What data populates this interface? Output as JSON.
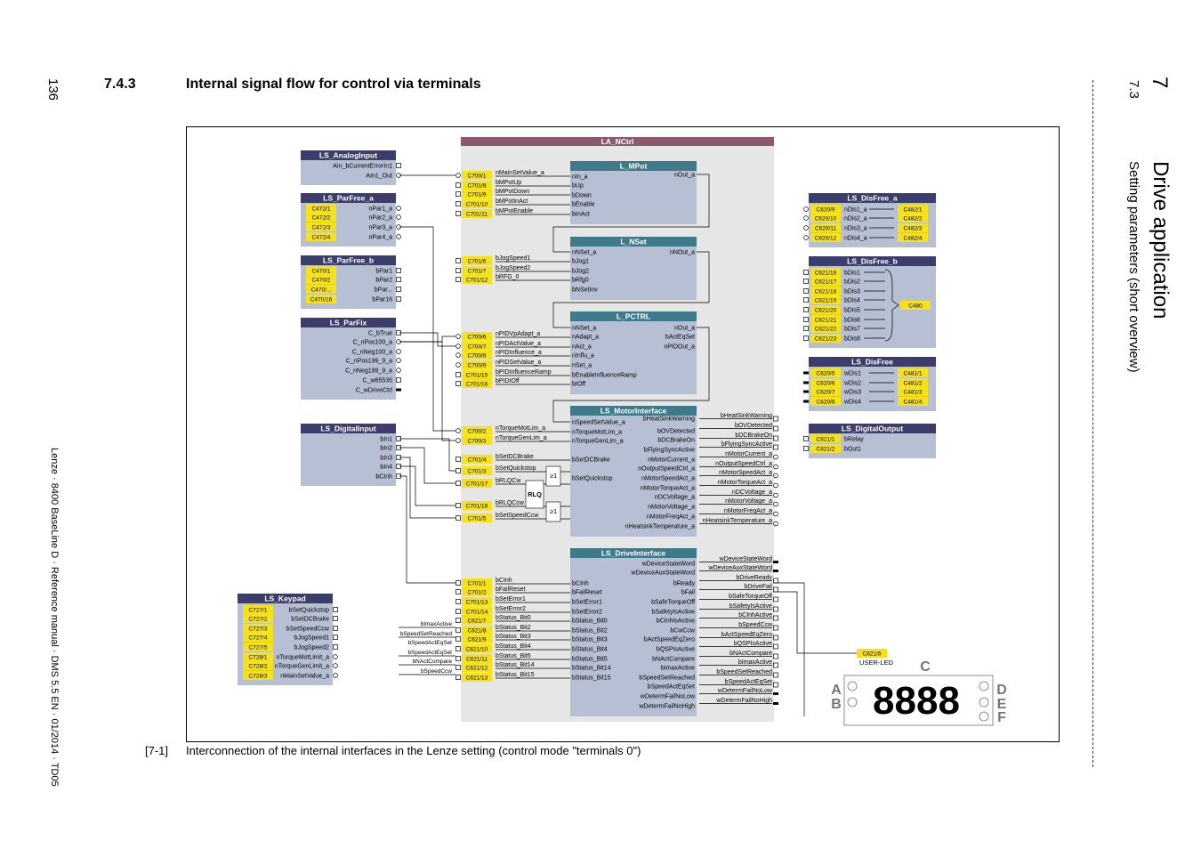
{
  "header": {
    "page_number": "136",
    "section_number": "7.4.3",
    "section_title": "Internal signal flow for control via terminals"
  },
  "side": {
    "footer": "Lenze · 8400 BaseLine D · Reference manual · DMS 5.5 EN · 01/2014 · TD05",
    "chapter_number": "7",
    "chapter_sub_number": "7.3",
    "chapter_title": "Drive application",
    "chapter_subtitle": "Setting parameters (short overview)"
  },
  "caption": {
    "number": "[7-1]",
    "text": "Interconnection of the internal interfaces in the Lenze setting (control mode \"terminals 0\")"
  },
  "diagram": {
    "colors": {
      "header_dark": "#3d3d6b",
      "header_red": "#8b5a6f",
      "header_teal": "#3f7a8a",
      "box_fill": "#b6bfd3",
      "panel_fill": "#e6e6e6",
      "yellow": "#f5e21c"
    },
    "la_nctrl_title": "LA_NCtrl",
    "left_blocks": [
      {
        "title": "LS_AnalogInput",
        "rows": [
          {
            "code": "",
            "label": "AIn_bCurrentErrorIn1"
          },
          {
            "code": "",
            "label": "AIn1_Out"
          }
        ]
      },
      {
        "title": "LS_ParFree_a",
        "rows": [
          {
            "code": "C472/1",
            "label": "nPar1_a"
          },
          {
            "code": "C472/2",
            "label": "nPar2_a"
          },
          {
            "code": "C472/3",
            "label": "nPar3_a"
          },
          {
            "code": "C472/4",
            "label": "nPar4_a"
          }
        ]
      },
      {
        "title": "LS_ParFree_b",
        "rows": [
          {
            "code": "C470/1",
            "label": "bPar1"
          },
          {
            "code": "C470/2",
            "label": "bPar2"
          },
          {
            "code": "C470/...",
            "label": "bPar..."
          },
          {
            "code": "C470/16",
            "label": "bPar16"
          }
        ]
      },
      {
        "title": "LS_ParFix",
        "rows": [
          {
            "code": "",
            "label": "C_bTrue"
          },
          {
            "code": "",
            "label": "C_nPos100_a"
          },
          {
            "code": "",
            "label": "C_nNeg100_a"
          },
          {
            "code": "",
            "label": "C_nPos199_9_a"
          },
          {
            "code": "",
            "label": "C_nNeg199_9_a"
          },
          {
            "code": "",
            "label": "C_w65535"
          },
          {
            "code": "",
            "label": "C_wDriveCtrl"
          }
        ]
      },
      {
        "title": "LS_DigitalInput",
        "rows": [
          {
            "code": "",
            "label": "bIn1"
          },
          {
            "code": "",
            "label": "bIn2"
          },
          {
            "code": "",
            "label": "bIn3"
          },
          {
            "code": "",
            "label": "bIn4"
          },
          {
            "code": "",
            "label": "bCInh"
          }
        ]
      },
      {
        "title": "LS_Keypad",
        "rows": [
          {
            "code": "C727/1",
            "label": "bSetQuickstop"
          },
          {
            "code": "C727/2",
            "label": "bSetDCBrake"
          },
          {
            "code": "C727/3",
            "label": "bSetSpeedCcw"
          },
          {
            "code": "C727/4",
            "label": "bJogSpeed1"
          },
          {
            "code": "C727/5",
            "label": "bJogSpeed2"
          },
          {
            "code": "C728/1",
            "label": "nTorqueMotLimit_a"
          },
          {
            "code": "C728/2",
            "label": "nTorqueGenLimit_a"
          },
          {
            "code": "C728/3",
            "label": "nMainSetValue_a"
          }
        ]
      }
    ],
    "mid_inputs": [
      {
        "code": "C700/1",
        "label": "nMainSetValue_a"
      },
      {
        "code": "C701/8",
        "label": "bMPotUp"
      },
      {
        "code": "C701/9",
        "label": "bMPotDown"
      },
      {
        "code": "C701/10",
        "label": "bMPotInAct"
      },
      {
        "code": "C701/11",
        "label": "bMPotEnable"
      },
      {
        "code": "C701/6",
        "label": "bJogSpeed1"
      },
      {
        "code": "C701/7",
        "label": "bJogSpeed2"
      },
      {
        "code": "C701/12",
        "label": "bRFG_0"
      },
      {
        "code": "C700/6",
        "label": "nPIDVpAdapt_a"
      },
      {
        "code": "C700/7",
        "label": "nPIDActValue_a"
      },
      {
        "code": "C700/8",
        "label": "nPIDInfluence_a"
      },
      {
        "code": "C700/9",
        "label": "nPIDSetValue_a"
      },
      {
        "code": "C701/15",
        "label": "bPIDInfluenceRamp"
      },
      {
        "code": "C701/16",
        "label": "bPIDIOff"
      },
      {
        "code": "C700/2",
        "label": "nTorqueMotLim_a"
      },
      {
        "code": "C700/3",
        "label": "nTorqueGenLim_a"
      },
      {
        "code": "C701/4",
        "label": "bSetDCBrake"
      },
      {
        "code": "C701/3",
        "label": "bSetQuickstop"
      },
      {
        "code": "C701/17",
        "label": "bRLQCw"
      },
      {
        "code": "C701/18",
        "label": "bRLQCcw"
      },
      {
        "code": "C701/5",
        "label": "bSetSpeedCcw"
      },
      {
        "code": "C701/1",
        "label": "bCInh"
      },
      {
        "code": "C701/2",
        "label": "bFailReset"
      },
      {
        "code": "C701/13",
        "label": "bSetError1"
      },
      {
        "code": "C701/14",
        "label": "bSetError2"
      },
      {
        "code": "C621/7",
        "label": "bStatus_Bit0"
      },
      {
        "code": "C621/8",
        "label": "bStatus_Bit2"
      },
      {
        "code": "C621/9",
        "label": "bStatus_Bit3"
      },
      {
        "code": "C621/10",
        "label": "bStatus_Bit4"
      },
      {
        "code": "C621/11",
        "label": "bStatus_Bit5"
      },
      {
        "code": "C621/12",
        "label": "bStatus_Bit14"
      },
      {
        "code": "C621/13",
        "label": "bStatus_Bit15"
      }
    ],
    "status_sources": [
      "bImaxActive",
      "bSpeedSetReached",
      "bSpeedActEqSet",
      "bNActCompare",
      "bSpeedCcw",
      "bDriveReady"
    ],
    "rlq": {
      "label": "RLQ",
      "or1": "≥1",
      "or2": "≥1"
    },
    "inner_blocks": [
      {
        "title": "L_MPot",
        "inputs": [
          "nIn_a",
          "bUp",
          "bDown",
          "bEnable",
          "bInAct"
        ],
        "outputs": [
          "nOut_a"
        ]
      },
      {
        "title": "L_NSet",
        "inputs": [
          "nNSet_a",
          "bJog1",
          "bJog2",
          "bRfg0",
          "bNSetInv"
        ],
        "outputs": [
          "nNOut_a"
        ]
      },
      {
        "title": "L_PCTRL",
        "inputs": [
          "nNSet_a",
          "nAdapt_a",
          "nAct_a",
          "nInflu_a",
          "nSet_a",
          "bEnableInfluenceRamp",
          "bIOff"
        ],
        "outputs": [
          "nOut_a",
          "bActEqSet",
          "nPIDOut_a"
        ]
      },
      {
        "title": "LS_MotorInterface",
        "inputs": [
          "nSpeedSetValue_a",
          "nTorqueMotLim_a",
          "nTorqueGenLim_a",
          "bSetDCBrake",
          "bSetQuickstop"
        ],
        "outputs": [
          "bHeatSinkWarning",
          "bOVDetected",
          "bDCBrakeOn",
          "bFlyingSyncActive",
          "nMotorCurrent_a",
          "nOutputSpeedCtrl_a",
          "nMotorSpeedAct_a",
          "nMotorTorqueAct_a",
          "nDCVoltage_a",
          "nMotorVoltage_a",
          "nMotorFreqAct_a",
          "nHeatsinkTemperature_a"
        ]
      },
      {
        "title": "LS_DriveInterface",
        "inputs": [
          "bCInh",
          "bFailReset",
          "bSetError1",
          "bSetError2",
          "bStatus_Bit0",
          "bStatus_Bit2",
          "bStatus_Bit3",
          "bStatus_Bit4",
          "bStatus_Bit5",
          "bStatus_Bit14",
          "bStatus_Bit15"
        ],
        "outputs": [
          "wDeviceStateWord",
          "wDeviceAuxStateWord",
          "bReady",
          "bFail",
          "bSafeTorqueOff",
          "bSafetyIsActive",
          "bCInhIsActive",
          "bCwCcw",
          "bActSpeedEqZero",
          "bQSPIsActive",
          "bNActCompare",
          "bImaxActive",
          "bSpeedSetReached",
          "bSpeedActEqSet",
          "wDetermFailNoLow",
          "wDetermFailNoHigh"
        ]
      }
    ],
    "outer_outputs": [
      "bHeatSinkWarning",
      "bOVDetected",
      "bDCBrakeOn",
      "bFlyingSyncActive",
      "nMotorCurrent_a",
      "nOutputSpeedCtrl_a",
      "nMotorSpeedAct_a",
      "nMotorTorqueAct_a",
      "nDCVoltage_a",
      "nMotorVoltage_a",
      "nMotorFreqAct_a",
      "nHeatsinkTemperature_a"
    ],
    "outer_outputs2": [
      "wDeviceStateWord",
      "wDeviceAuxStateWord",
      "bDriveReady",
      "bDriveFail",
      "bSafeTorqueOff",
      "bSafetyIsActive",
      "bCInhActive",
      "bSpeedCcw",
      "bActSpeedEqZero",
      "bQSPIsActive",
      "bNActCompare",
      "bImaxActive",
      "bSpeedSetReached",
      "bSpeedActEqSet",
      "wDetermFailNoLow",
      "wDetermFailNoHigh"
    ],
    "right_blocks": [
      {
        "title": "LS_DisFree_a",
        "rows": [
          {
            "in": "C620/9",
            "label": "nDis1_a",
            "out": "C482/1"
          },
          {
            "in": "C620/10",
            "label": "nDis2_a",
            "out": "C482/2"
          },
          {
            "in": "C620/11",
            "label": "nDis3_a",
            "out": "C482/3"
          },
          {
            "in": "C620/12",
            "label": "nDis4_a",
            "out": "C482/4"
          }
        ]
      },
      {
        "title": "LS_DisFree_b",
        "rows": [
          {
            "in": "C621/16",
            "label": "bDis1"
          },
          {
            "in": "C621/17",
            "label": "bDis2"
          },
          {
            "in": "C621/18",
            "label": "bDis3"
          },
          {
            "in": "C621/19",
            "label": "bDis4"
          },
          {
            "in": "C621/20",
            "label": "bDis5"
          },
          {
            "in": "C621/21",
            "label": "bDis6"
          },
          {
            "in": "C621/22",
            "label": "bDis7"
          },
          {
            "in": "C621/23",
            "label": "bDis8"
          }
        ],
        "out": "C480"
      },
      {
        "title": "LS_DisFree",
        "rows": [
          {
            "in": "C620/5",
            "label": "wDis1",
            "out": "C481/1"
          },
          {
            "in": "C620/6",
            "label": "wDis2",
            "out": "C481/2"
          },
          {
            "in": "C620/7",
            "label": "wDis3",
            "out": "C481/3"
          },
          {
            "in": "C620/8",
            "label": "wDis4",
            "out": "C481/4"
          }
        ]
      },
      {
        "title": "LS_DigitalOutput",
        "rows": [
          {
            "in": "C621/1",
            "label": "bRelay"
          },
          {
            "in": "C621/2",
            "label": "bOut1"
          }
        ]
      }
    ],
    "led": {
      "code": "C621/6",
      "label": "USER-LED",
      "digits": "8888",
      "letters": [
        "A",
        "B",
        "C",
        "D",
        "E",
        "F"
      ]
    }
  }
}
